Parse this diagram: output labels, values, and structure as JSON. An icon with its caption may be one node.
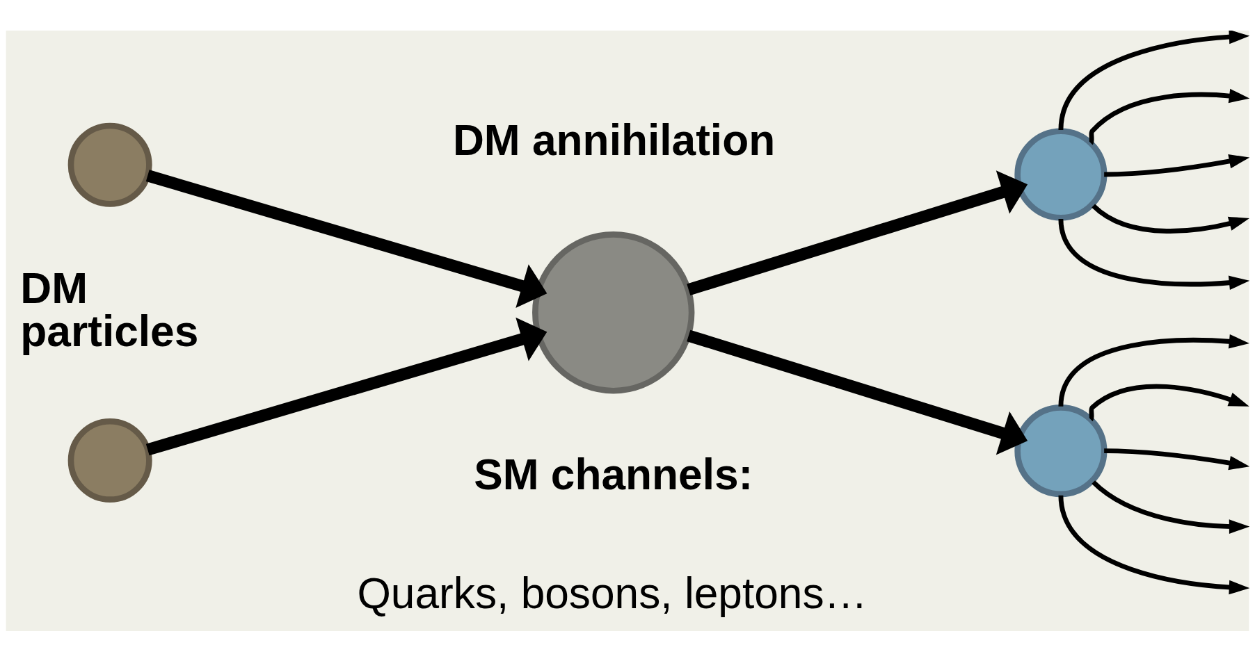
{
  "diagram": {
    "nodes": [
      {
        "text": [],
        "shape": "circle"
      },
      {
        "text": [],
        "shape": "circle"
      },
      {
        "text": [],
        "shape": "circle"
      },
      {
        "text": [],
        "shape": "circle"
      },
      {
        "text": [],
        "shape": "circle"
      }
    ],
    "edges": [
      {
        "from": 0,
        "to": 2,
        "arrow": "to",
        "style": "thick"
      },
      {
        "from": 1,
        "to": 2,
        "arrow": "to",
        "style": "thick"
      },
      {
        "from": 2,
        "to": 3,
        "arrow": "to",
        "style": "thick"
      },
      {
        "from": 2,
        "to": 4,
        "arrow": "to",
        "style": "thick"
      },
      {
        "from": 3,
        "to": null,
        "arrow": "to"
      },
      {
        "from": 3,
        "to": null,
        "arrow": "to"
      },
      {
        "from": 3,
        "to": null,
        "arrow": "to"
      },
      {
        "from": 3,
        "to": null,
        "arrow": "to"
      },
      {
        "from": 3,
        "to": null,
        "arrow": "to"
      },
      {
        "from": 4,
        "to": null,
        "arrow": "to"
      },
      {
        "from": 4,
        "to": null,
        "arrow": "to"
      },
      {
        "from": 4,
        "to": null,
        "arrow": "to"
      },
      {
        "from": 4,
        "to": null,
        "arrow": "to"
      },
      {
        "from": 4,
        "to": null,
        "arrow": "to"
      }
    ],
    "labels": [
      "DM annihilation",
      "DM particles",
      "SM channels:",
      "Quarks, bosons, leptons…"
    ]
  }
}
